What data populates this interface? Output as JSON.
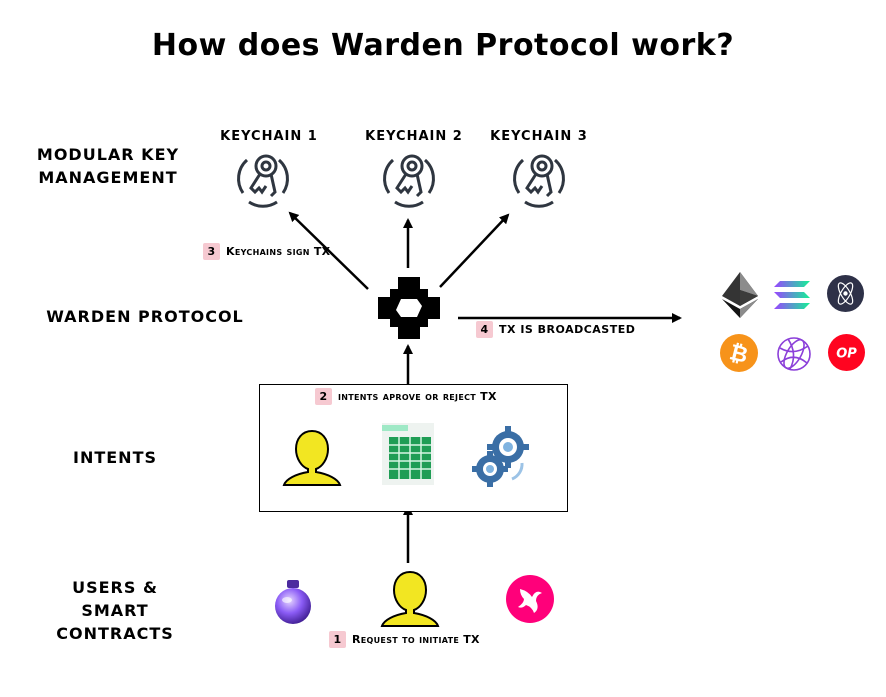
{
  "title": "How does Warden Protocol work?",
  "row_labels": {
    "modular": "MODULAR KEY MANAGEMENT",
    "protocol": "WARDEN PROTOCOL",
    "intents": "INTENTS",
    "users": "USERS & SMART CONTRACTS"
  },
  "keychains": [
    "KEYCHAIN 1",
    "KEYCHAIN 2",
    "KEYCHAIN 3"
  ],
  "steps": [
    {
      "num": "1",
      "text": "Request to initiate TX"
    },
    {
      "num": "2",
      "text": "intents aprove or reject TX"
    },
    {
      "num": "3",
      "text": "Keychains sign TX"
    },
    {
      "num": "4",
      "text": "TX IS BROADCASTED"
    }
  ],
  "chains": [
    {
      "icon": "ethereum-icon"
    },
    {
      "icon": "solana-icon"
    },
    {
      "icon": "cosmos-icon"
    },
    {
      "icon": "bitcoin-icon"
    },
    {
      "icon": "globe-chain-icon"
    },
    {
      "icon": "optimism-icon",
      "label": "OP"
    }
  ],
  "colors": {
    "step_badge": "#f6c9d1",
    "user_yellow": "#f2e622",
    "bitcoin": "#f7931a",
    "optimism": "#ff0420",
    "uniswap": "#ff007a",
    "cosmos": "#2e3148",
    "gear_blue": "#3a6ea5",
    "sheet_green": "#1f9d55"
  }
}
